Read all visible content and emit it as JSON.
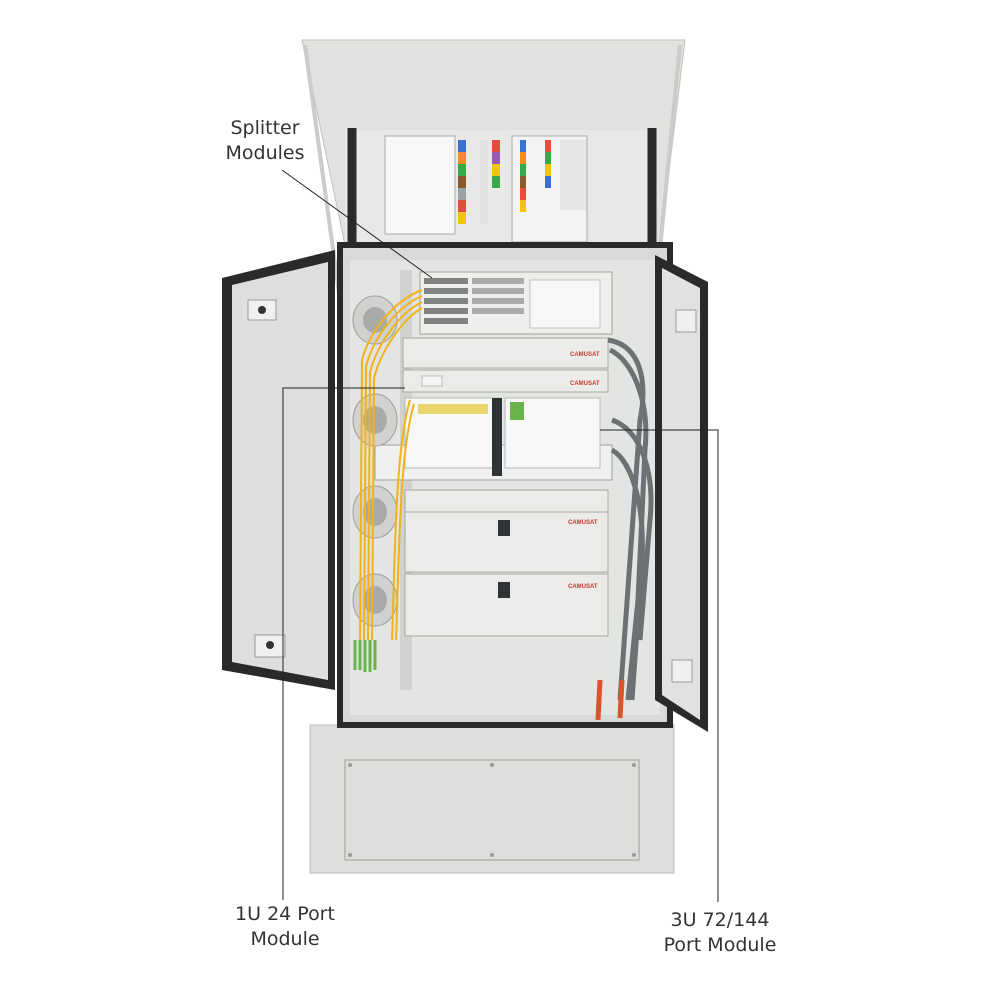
{
  "labels": {
    "splitter": "Splitter\nModules",
    "one_u": "1U 24 Port\nModule",
    "three_u": "3U 72/144\nPort Module"
  },
  "brand": "CAMUSAT",
  "colors": {
    "background": "#ffffff",
    "cabinet": "#dcdedb",
    "cabinet_shade": "#c9ccc8",
    "gasket": "#2a2a2a",
    "fiber_yellow": "#f2b21b",
    "fiber_green": "#6ab34b",
    "cable_gray": "#6c7274",
    "leader_line": "#222222",
    "brand_red": "#c8392b"
  }
}
